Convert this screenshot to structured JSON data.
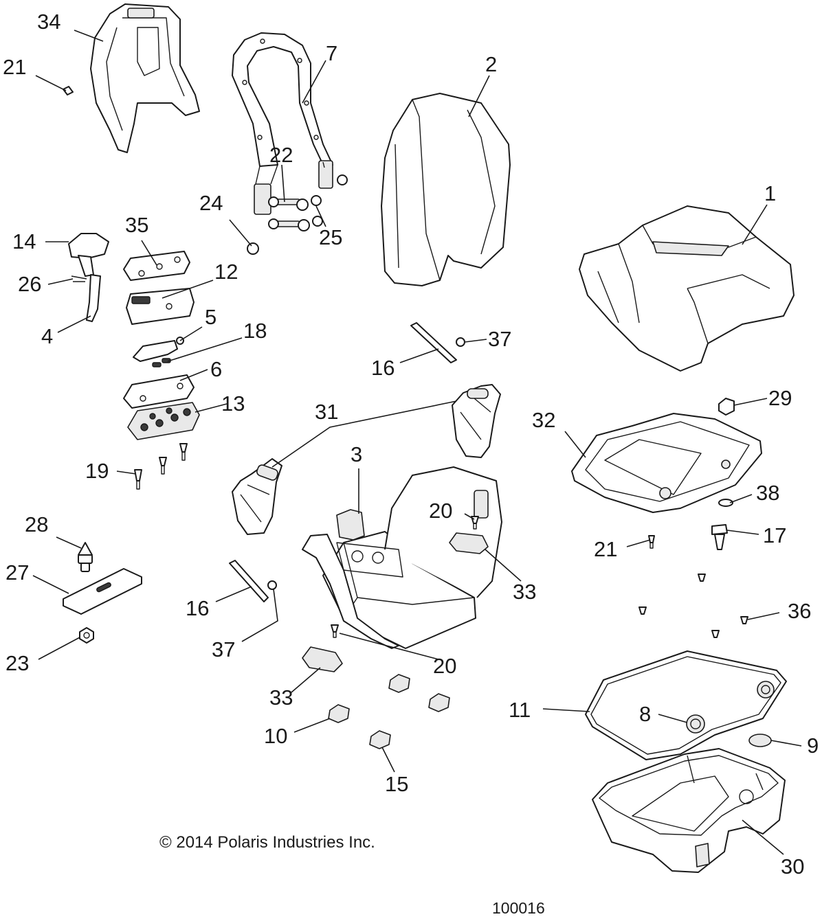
{
  "copyright": "© 2014 Polaris Industries Inc.",
  "document_number": "100016",
  "callouts": {
    "c1": "1",
    "c2": "2",
    "c3": "3",
    "c4": "4",
    "c5": "5",
    "c6": "6",
    "c7": "7",
    "c8": "8",
    "c9": "9",
    "c10": "10",
    "c11": "11",
    "c12": "12",
    "c13": "13",
    "c14": "14",
    "c15": "15",
    "c16a": "16",
    "c16b": "16",
    "c17": "17",
    "c18": "18",
    "c19": "19",
    "c20a": "20",
    "c20b": "20",
    "c21a": "21",
    "c21b": "21",
    "c22": "22",
    "c23": "23",
    "c24": "24",
    "c25": "25",
    "c26": "26",
    "c27": "27",
    "c28": "28",
    "c29": "29",
    "c30": "30",
    "c31": "31",
    "c32": "32",
    "c33a": "33",
    "c33b": "33",
    "c34": "34",
    "c35": "35",
    "c36": "36",
    "c37a": "37",
    "c37b": "37",
    "c38": "38"
  }
}
